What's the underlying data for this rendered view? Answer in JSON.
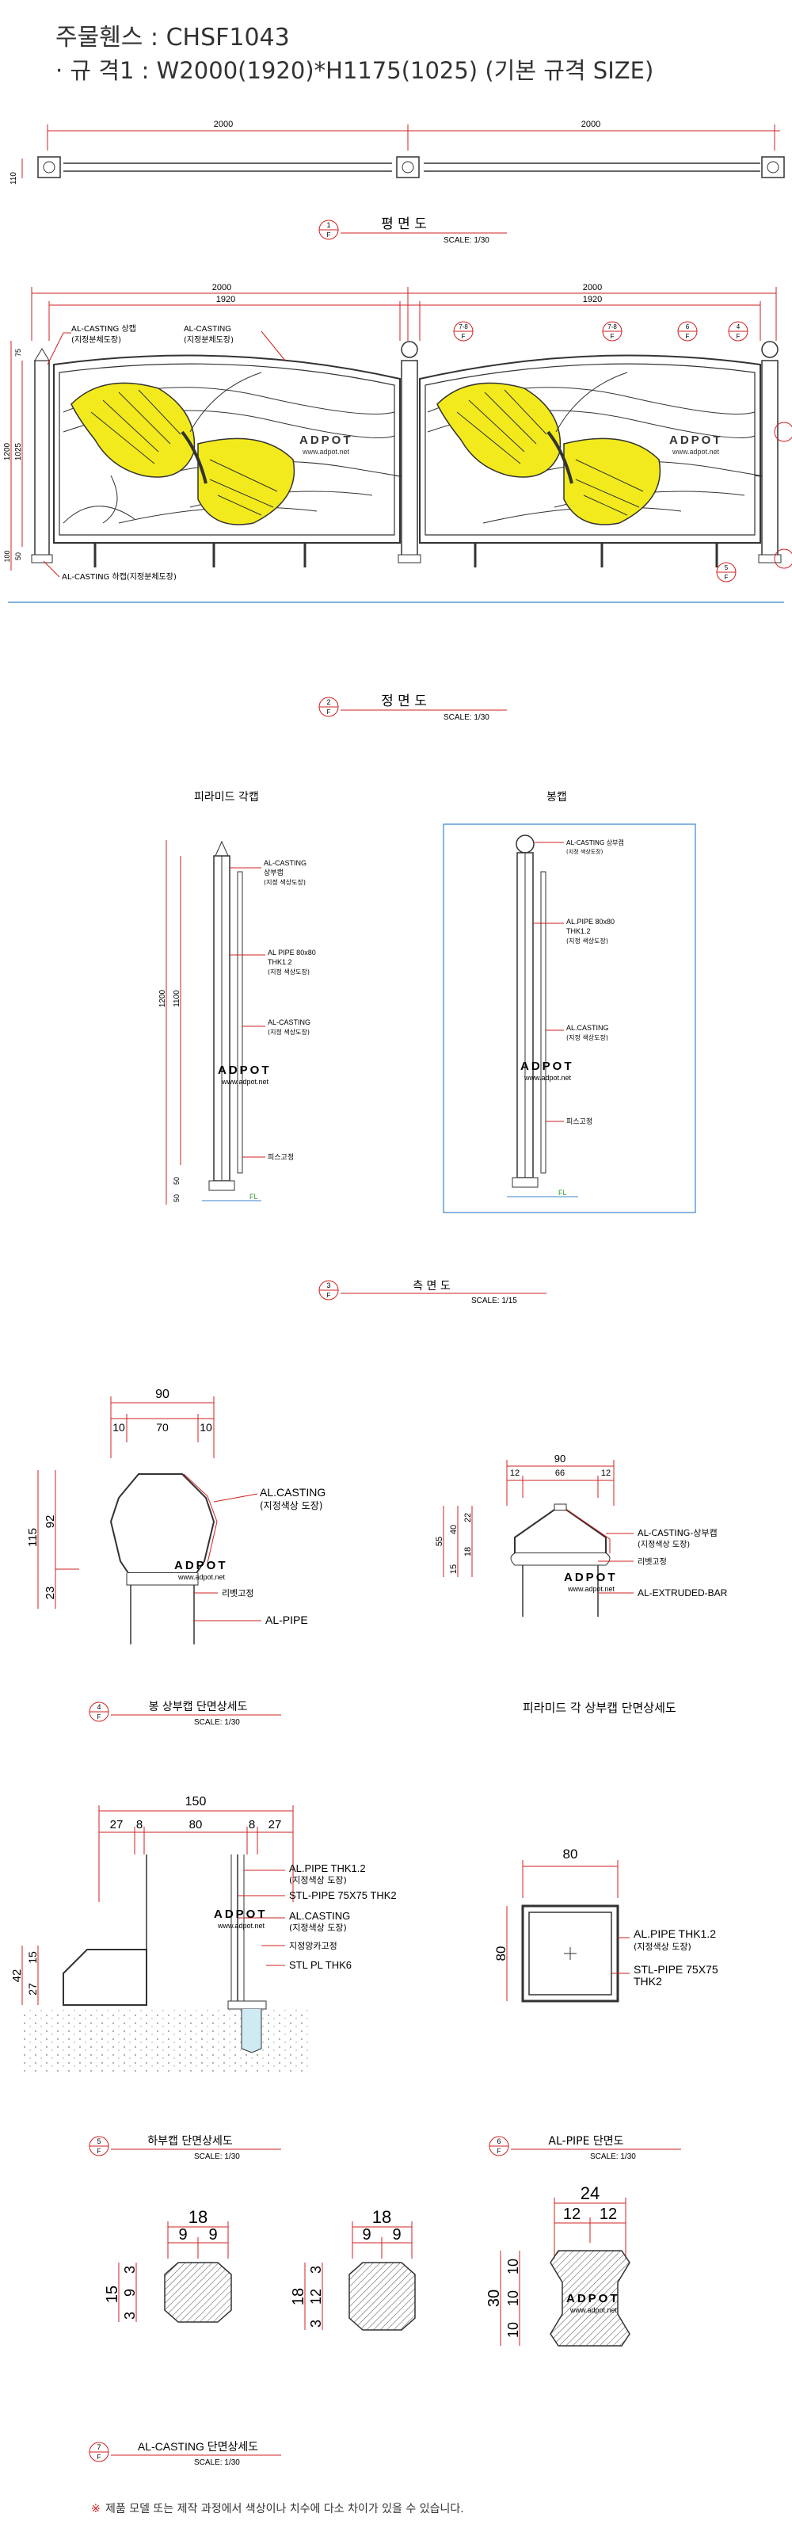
{
  "header": {
    "line1": "주물휀스 : CHSF1043",
    "line2": "· 규 격1 : W2000(1920)*H1175(1025)  (기본 규격 SIZE)"
  },
  "watermark": {
    "brand": "ADPOT",
    "url": "www.adpot.net"
  },
  "plan": {
    "dims": [
      "2000",
      "2000"
    ],
    "side_dim": "110",
    "title_no": "1",
    "title_sub": "F",
    "title": "평  면  도",
    "scale": "SCALE: 1/30"
  },
  "front": {
    "dims_top": [
      "2000",
      "2000"
    ],
    "dims_inner": [
      "1920",
      "1920"
    ],
    "side_dims": [
      "1200",
      "1025",
      "75",
      "100",
      "50"
    ],
    "label_casting_top": "AL-CASTING 상캡",
    "label_casting_top_sub": "(지정분체도장)",
    "label_casting": "AL-CASTING",
    "label_casting_sub": "(지정분체도장)",
    "label_casting_bottom": "AL-CASTING 하캡(지정분체도장)",
    "callouts": [
      {
        "n": "7-8",
        "s": "F"
      },
      {
        "n": "7-8",
        "s": "F"
      },
      {
        "n": "6",
        "s": "F"
      },
      {
        "n": "4",
        "s": "F"
      },
      {
        "n": "5",
        "s": "F"
      }
    ],
    "title_no": "2",
    "title_sub": "F",
    "title": "정  면  도",
    "scale": "SCALE: 1/30"
  },
  "side": {
    "left_title": "피라미드 각캡",
    "right_title": "봉캡",
    "left_labels": [
      "AL-CASTING",
      "상부캡",
      "(지정 색상도장)",
      "AL PIPE 80x80",
      "THK1.2",
      "(지정 색상도장)",
      "AL-CASTING",
      "(지정 색상도장)",
      "피스고정"
    ],
    "right_labels": [
      "AL-CASTING 상부캡",
      "(지정 색상도장)",
      "AL.PIPE 80x80",
      "THK1.2",
      "(지정 색상도장)",
      "AL.CASTING",
      "(지정 색상도장)",
      "피스고정"
    ],
    "dims": [
      "1200",
      "1100",
      "50",
      "50"
    ],
    "fl": "FL",
    "title_no": "3",
    "title_sub": "F",
    "title": "측      면      도",
    "scale": "SCALE: 1/15"
  },
  "detail4": {
    "dims_top": [
      "90",
      "10",
      "70",
      "10"
    ],
    "dims_side": [
      "115",
      "92",
      "23"
    ],
    "labels": [
      "AL.CASTING",
      "(지정색상 도장)",
      "리벳고정",
      "AL-PIPE"
    ],
    "title_no": "4",
    "title_sub": "F",
    "title": "봉 상부캡 단면상세도",
    "scale": "SCALE: 1/30"
  },
  "detail_pyramid": {
    "title": "피라미드 각 상부캡 단면상세도",
    "dims_top": [
      "90",
      "12",
      "66",
      "12"
    ],
    "dims_side": [
      "55",
      "22",
      "40",
      "18",
      "15"
    ],
    "labels": [
      "AL-CASTING-상부캡",
      "(지정색상 도장)",
      "리벳고정",
      "AL-EXTRUDED-BAR"
    ]
  },
  "detail5": {
    "dims_top": [
      "150",
      "27",
      "8",
      "80",
      "8",
      "27"
    ],
    "dims_side": [
      "42",
      "27",
      "15"
    ],
    "labels": [
      "AL.PIPE THK1.2",
      "(지정색상 도장)",
      "STL-PIPE 75X75 THK2",
      "AL.CASTING",
      "(지정색상 도장)",
      "지정앙카고정",
      "STL PL THK6"
    ],
    "title_no": "5",
    "title_sub": "F",
    "title": "하부캡 단면상세도",
    "scale": "SCALE: 1/30"
  },
  "detail6": {
    "dim_w": "80",
    "dim_h": "80",
    "labels": [
      "AL.PIPE THK1.2",
      "(지정색상 도장)",
      "STL-PIPE 75X75",
      "THK2"
    ],
    "title_no": "6",
    "title_sub": "F",
    "title": "AL-PIPE 단면도",
    "scale": "SCALE: 1/30"
  },
  "detail7": {
    "a": {
      "top": [
        "18",
        "9",
        "9"
      ],
      "side": [
        "15",
        "3",
        "9",
        "3"
      ]
    },
    "b": {
      "top": [
        "18",
        "9",
        "9"
      ],
      "side": [
        "18",
        "3",
        "12",
        "3"
      ]
    },
    "c": {
      "top": [
        "24",
        "12",
        "12"
      ],
      "side": [
        "30",
        "10",
        "10",
        "10"
      ]
    },
    "title_no": "7",
    "title_sub": "F",
    "title": "AL-CASTING 단면상세도",
    "scale": "SCALE: 1/30"
  },
  "footer": {
    "mark": "※",
    "note": "제품 모델 또는 제작 과정에서 색상이나 치수에 다소 차이가 있을 수 있습니다."
  },
  "colors": {
    "dim": "#d02020",
    "line": "#333333",
    "yellow": "#f2ea1c",
    "blue": "#3a86c8"
  }
}
